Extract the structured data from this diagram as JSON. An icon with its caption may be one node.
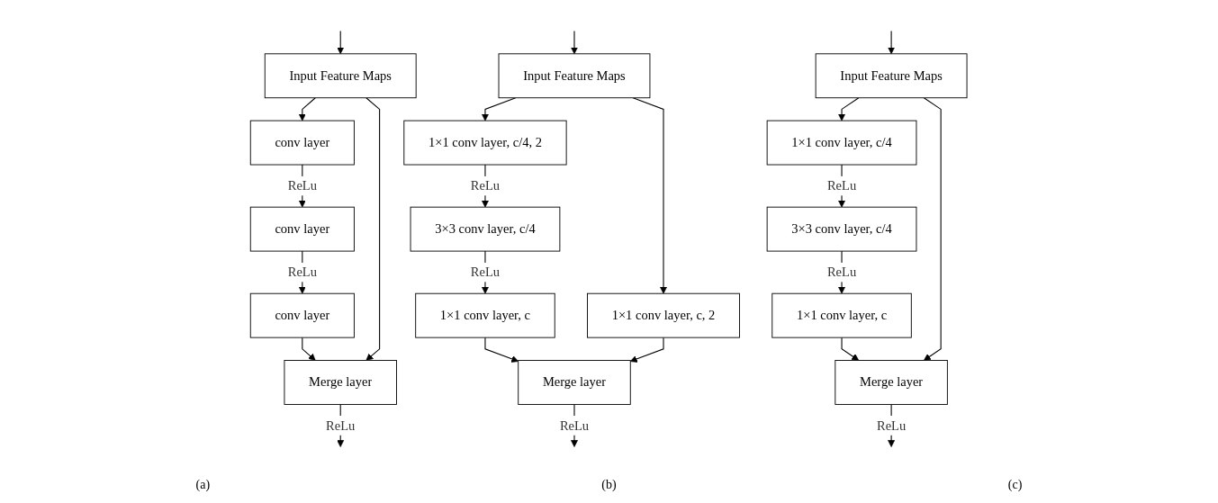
{
  "diagram": {
    "nodes": [
      {
        "text": [
          "Input Feature Maps"
        ]
      },
      {
        "text": [
          "conv layer"
        ]
      },
      {
        "text": [
          "conv layer"
        ]
      },
      {
        "text": [
          "conv layer"
        ]
      },
      {
        "text": [
          "Merge layer"
        ]
      },
      {
        "text": [
          "Input Feature Maps"
        ]
      },
      {
        "text": [
          "1×1 conv layer, c/4, 2"
        ]
      },
      {
        "text": [
          "3×3 conv layer, c/4"
        ]
      },
      {
        "text": [
          "1×1 conv layer, c"
        ]
      },
      {
        "text": [
          "1×1 conv layer, c, 2"
        ]
      },
      {
        "text": [
          "Merge layer"
        ]
      },
      {
        "text": [
          "Input Feature Maps"
        ]
      },
      {
        "text": [
          "1×1 conv layer, c/4"
        ]
      },
      {
        "text": [
          "3×3 conv layer, c/4"
        ]
      },
      {
        "text": [
          "1×1 conv layer, c"
        ]
      },
      {
        "text": [
          "Merge layer"
        ]
      }
    ],
    "edges": [
      {
        "from": null,
        "to": 0,
        "arrow": "to"
      },
      {
        "from": 0,
        "to": 1,
        "arrow": "to"
      },
      {
        "from": 1,
        "to": 2,
        "arrow": "to",
        "label": "ReLu"
      },
      {
        "from": 2,
        "to": 3,
        "arrow": "to",
        "label": "ReLu"
      },
      {
        "from": 3,
        "to": 4,
        "arrow": "to"
      },
      {
        "from": 0,
        "to": 4,
        "arrow": "to"
      },
      {
        "from": 4,
        "to": null,
        "arrow": "to",
        "label": "ReLu"
      },
      {
        "from": null,
        "to": 5,
        "arrow": "to"
      },
      {
        "from": 5,
        "to": 6,
        "arrow": "to"
      },
      {
        "from": 6,
        "to": 7,
        "arrow": "to",
        "label": "ReLu"
      },
      {
        "from": 7,
        "to": 8,
        "arrow": "to",
        "label": "ReLu"
      },
      {
        "from": 8,
        "to": 10,
        "arrow": "to"
      },
      {
        "from": 5,
        "to": 9,
        "arrow": "to"
      },
      {
        "from": 9,
        "to": 10,
        "arrow": "to"
      },
      {
        "from": 10,
        "to": null,
        "arrow": "to",
        "label": "ReLu"
      },
      {
        "from": null,
        "to": 11,
        "arrow": "to"
      },
      {
        "from": 11,
        "to": 12,
        "arrow": "to"
      },
      {
        "from": 12,
        "to": 13,
        "arrow": "to",
        "label": "ReLu"
      },
      {
        "from": 13,
        "to": 14,
        "arrow": "to",
        "label": "ReLu"
      },
      {
        "from": 14,
        "to": 15,
        "arrow": "to"
      },
      {
        "from": 11,
        "to": 15,
        "arrow": "to"
      },
      {
        "from": 15,
        "to": null,
        "arrow": "to",
        "label": "ReLu"
      }
    ],
    "labels": [
      "(a)",
      "(b)",
      "(c)"
    ]
  }
}
